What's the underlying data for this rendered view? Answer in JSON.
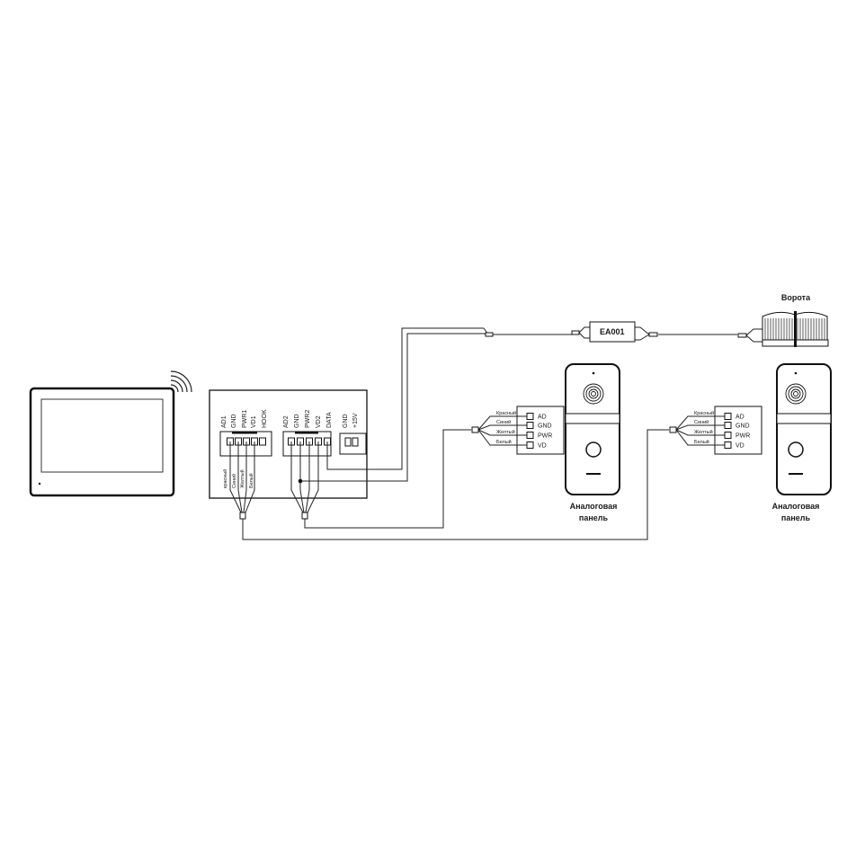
{
  "controller": {
    "connector1": [
      "AD1",
      "GND",
      "PWR1",
      "VD1",
      "HOOK"
    ],
    "connector2": [
      "AD2",
      "GND",
      "PWR2",
      "VD2",
      "DATA"
    ],
    "power": [
      "GND",
      "+15V"
    ],
    "wire_colors": [
      "красный",
      "Синий",
      "Желтый",
      "Белый"
    ]
  },
  "panel_terminals": {
    "wire_colors": [
      "Красный",
      "Синий",
      "Желтый",
      "Белый"
    ],
    "pins": [
      "AD",
      "GND",
      "PWR",
      "VD"
    ]
  },
  "module": {
    "label": "EA001"
  },
  "gate": {
    "label": "Ворота"
  },
  "panels": [
    {
      "line1": "Аналоговая",
      "line2": "панель"
    },
    {
      "line1": "Аналоговая",
      "line2": "панель"
    }
  ]
}
